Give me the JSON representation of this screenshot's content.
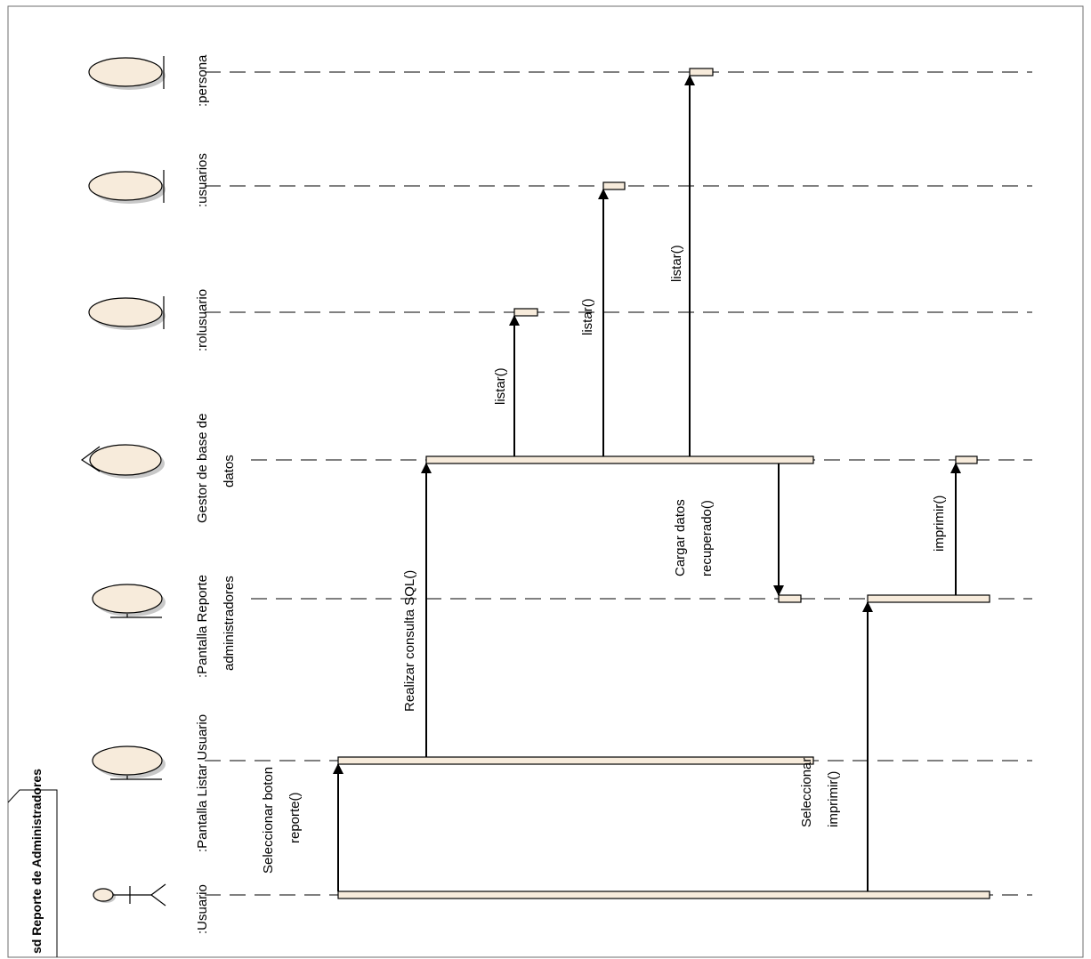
{
  "diagram": {
    "title": "sd Reporte de Administradores",
    "lifelines": [
      {
        "id": "usuario",
        "kind": "actor",
        "label_lines": [
          ":Usuario"
        ]
      },
      {
        "id": "listar",
        "kind": "boundary",
        "label_lines": [
          ":Pantalla Listar Usuario"
        ]
      },
      {
        "id": "reporte",
        "kind": "boundary",
        "label_lines": [
          ":Pantalla Reporte",
          "administradores"
        ]
      },
      {
        "id": "gestor",
        "kind": "control",
        "label_lines": [
          "Gestor de base de",
          "datos"
        ]
      },
      {
        "id": "rolusuario",
        "kind": "entity",
        "label_lines": [
          ":rolusuario"
        ]
      },
      {
        "id": "usuarios",
        "kind": "entity",
        "label_lines": [
          ":usuarios"
        ]
      },
      {
        "id": "persona",
        "kind": "entity",
        "label_lines": [
          ":persona"
        ]
      }
    ],
    "messages": [
      {
        "id": "m1",
        "label_lines": [
          "Seleccionar boton",
          "reporte()"
        ]
      },
      {
        "id": "m2",
        "label_lines": [
          "Realizar consulta SQL()"
        ]
      },
      {
        "id": "m3",
        "label_lines": [
          "listar()"
        ]
      },
      {
        "id": "m4",
        "label_lines": [
          "listar()"
        ]
      },
      {
        "id": "m5",
        "label_lines": [
          "listar()"
        ]
      },
      {
        "id": "m6",
        "label_lines": [
          "Cargar datos",
          "recuperado()"
        ]
      },
      {
        "id": "m7",
        "label_lines": [
          "Seleccionar",
          "imprimir()"
        ]
      },
      {
        "id": "m8",
        "label_lines": [
          "imprimir()"
        ]
      }
    ],
    "colors": {
      "fill": "#f7ebdb",
      "stroke": "#000000",
      "shadow": "#c8c8c8"
    }
  }
}
